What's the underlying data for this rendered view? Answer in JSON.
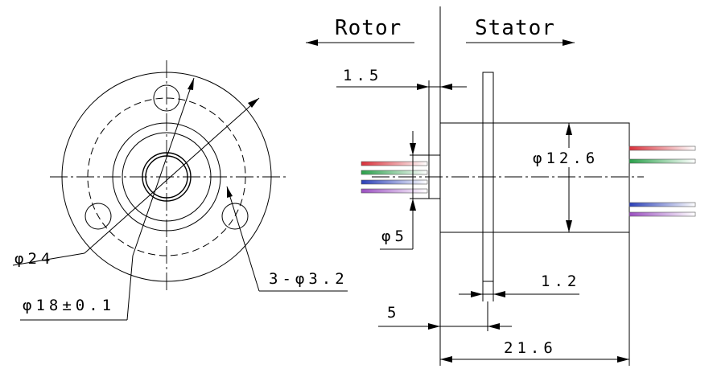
{
  "header": {
    "rotor": "Rotor",
    "stator": "Stator"
  },
  "dimensions": {
    "d24": "φ24",
    "d18": "φ18±0.1",
    "holes": "3-φ3.2",
    "d12_6": "φ12.6",
    "d5": "φ5",
    "w1_5": "1.5",
    "w1_2": "1.2",
    "w5": "5",
    "len21_6": "21.6"
  },
  "wires": {
    "left": [
      "#d9303a",
      "#2aa04a",
      "#2a3fb8",
      "#9a4fc0"
    ],
    "right": [
      "#d9303a",
      "#2aa04a",
      "#2a3fb8",
      "#9a4fc0"
    ]
  }
}
